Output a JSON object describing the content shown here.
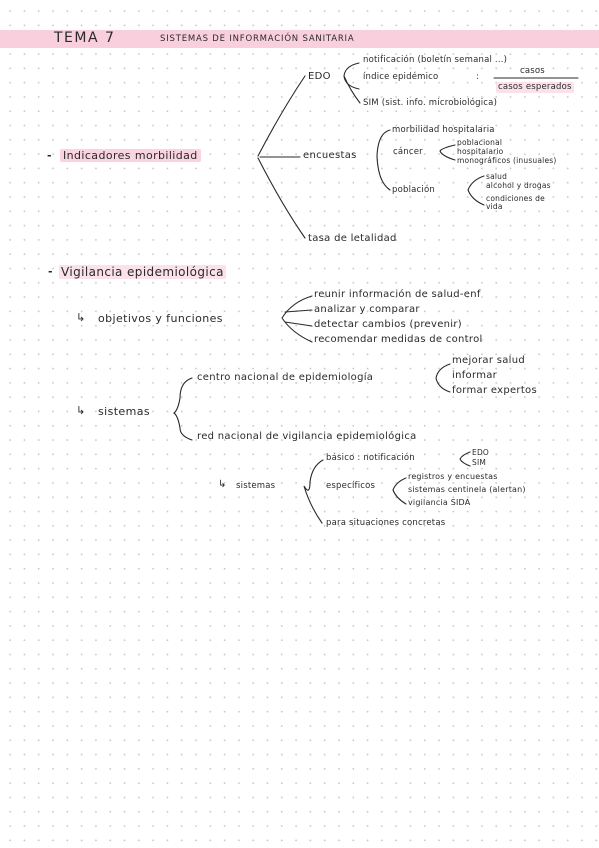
{
  "header": {
    "tema": "TEMA 7",
    "subtitle": "SISTEMAS DE INFORMACIÓN SANITARIA",
    "highlight_color": "#f9cfdd"
  },
  "indicadores": {
    "label": "Indicadores morbilidad",
    "edo": {
      "label": "EDO",
      "notificacion": "notificación (boletín semanal ...)",
      "indice": "índice epidémico",
      "colon": ":",
      "frac_num": "casos",
      "frac_den": "casos esperados",
      "sim": "SIM (sist. info. microbiológica)"
    },
    "encuestas": {
      "label": "encuestas",
      "morbilidad": "morbilidad hospitalaria",
      "cancer": {
        "label": "cáncer",
        "items": [
          "poblacional",
          "hospitalario",
          "monográficos (inusuales)"
        ]
      },
      "poblacion": {
        "label": "población",
        "items": [
          "salud",
          "alcohol y drogas",
          "condiciones de",
          "vida"
        ]
      }
    },
    "letalidad": "tasa de letalidad"
  },
  "vigilancia": {
    "label": "Vigilancia epidemiológica",
    "objetivos": {
      "label": "objetivos y funciones",
      "items": [
        "reunir información de salud-enf",
        "analizar y comparar",
        "detectar cambios (prevenir)",
        "recomendar medidas de control"
      ]
    },
    "sistemas": {
      "label": "sistemas",
      "centro": {
        "label": "centro nacional de epidemiología",
        "items": [
          "mejorar salud",
          "informar",
          "formar expertos"
        ]
      },
      "red": {
        "label": "red nacional de vigilancia epidemiológica",
        "sistemas_label": "sistemas",
        "basico": "básico : notificación",
        "basico_items": [
          "EDO",
          "SIM"
        ],
        "especificos": "específicos",
        "especificos_items": [
          "registros y encuestas",
          "sistemas centinela (alertan)",
          "vigilancia SIDA"
        ],
        "situaciones": "para situaciones concretas"
      }
    }
  }
}
